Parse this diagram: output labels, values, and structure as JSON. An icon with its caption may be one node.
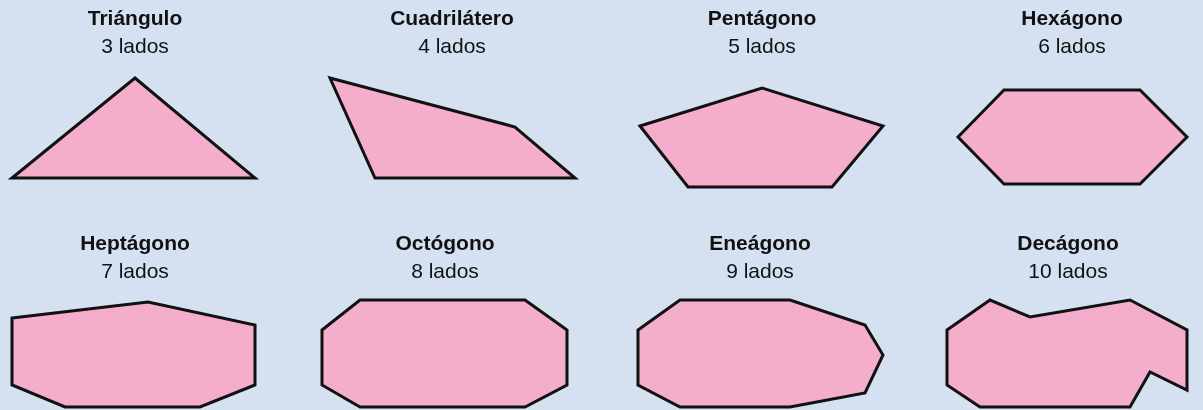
{
  "diagram": {
    "nodes": [
      {
        "text": [
          "Triángulo",
          "3 lados"
        ]
      },
      {
        "text": [
          "Cuadrilátero",
          "4 lados"
        ]
      },
      {
        "text": [
          "Pentágono",
          "5 lados"
        ]
      },
      {
        "text": [
          "Hexágono",
          "6 lados"
        ]
      },
      {
        "text": [
          "Heptágono",
          "7 lados"
        ]
      },
      {
        "text": [
          "Octógono",
          "8 lados"
        ]
      },
      {
        "text": [
          "Eneágono",
          "9 lados"
        ]
      },
      {
        "text": [
          "Decágono",
          "10 lados"
        ]
      }
    ]
  }
}
